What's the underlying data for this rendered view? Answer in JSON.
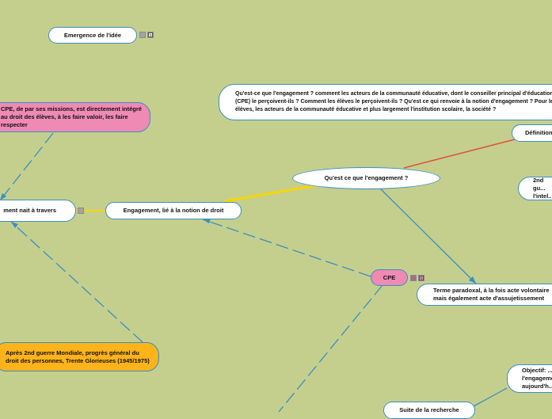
{
  "nodes": {
    "emergence": "Emergence de l'idée",
    "question_long": "Qu'est-ce que l'engagement ? comment les acteurs de la communauté éducative, dont le conseiller principal d'éducation (CPE) le perçoivent-ils ? Comment les élèves le perçoivent-ils ? Qu'est ce qui renvoie à la notion d'engagement ? Pour les élèves, les acteurs de la communauté éducative et plus largement l'institution scolaire, la société ?",
    "cpe_missions": "CPE, de par ses missions, est directement intégré au droit des élèves, à les faire valoir, les faire respecter",
    "definition": "Définition",
    "central": "Qu'est ce que l'engagement ?",
    "intel": "2nd gu... l'intel...",
    "nait": "ment nait à travers",
    "droit": "Engagement, lié à la notion de droit",
    "cpe": "CPE",
    "paradoxal": "Terme paradoxal, à la fois acte volontaire mais également acte d'assujetissement",
    "guerre": "Après 2nd guerre Mondiale, progrès général du droit des personnes, Trente Glorieuses (1945/1975)",
    "objectif": "Objectif: ... l'engagement... aujourd'h...",
    "suite": "Suite de la recherche"
  },
  "colors": {
    "background": "#c4cf8e",
    "link": "#3a8fbf",
    "link_red": "#e0533b",
    "link_yellow": "#f5d60a",
    "pink": "#ee8ab4",
    "orange": "#fdb31a"
  },
  "icons": [
    "notes-icon",
    "attachment-icon"
  ]
}
